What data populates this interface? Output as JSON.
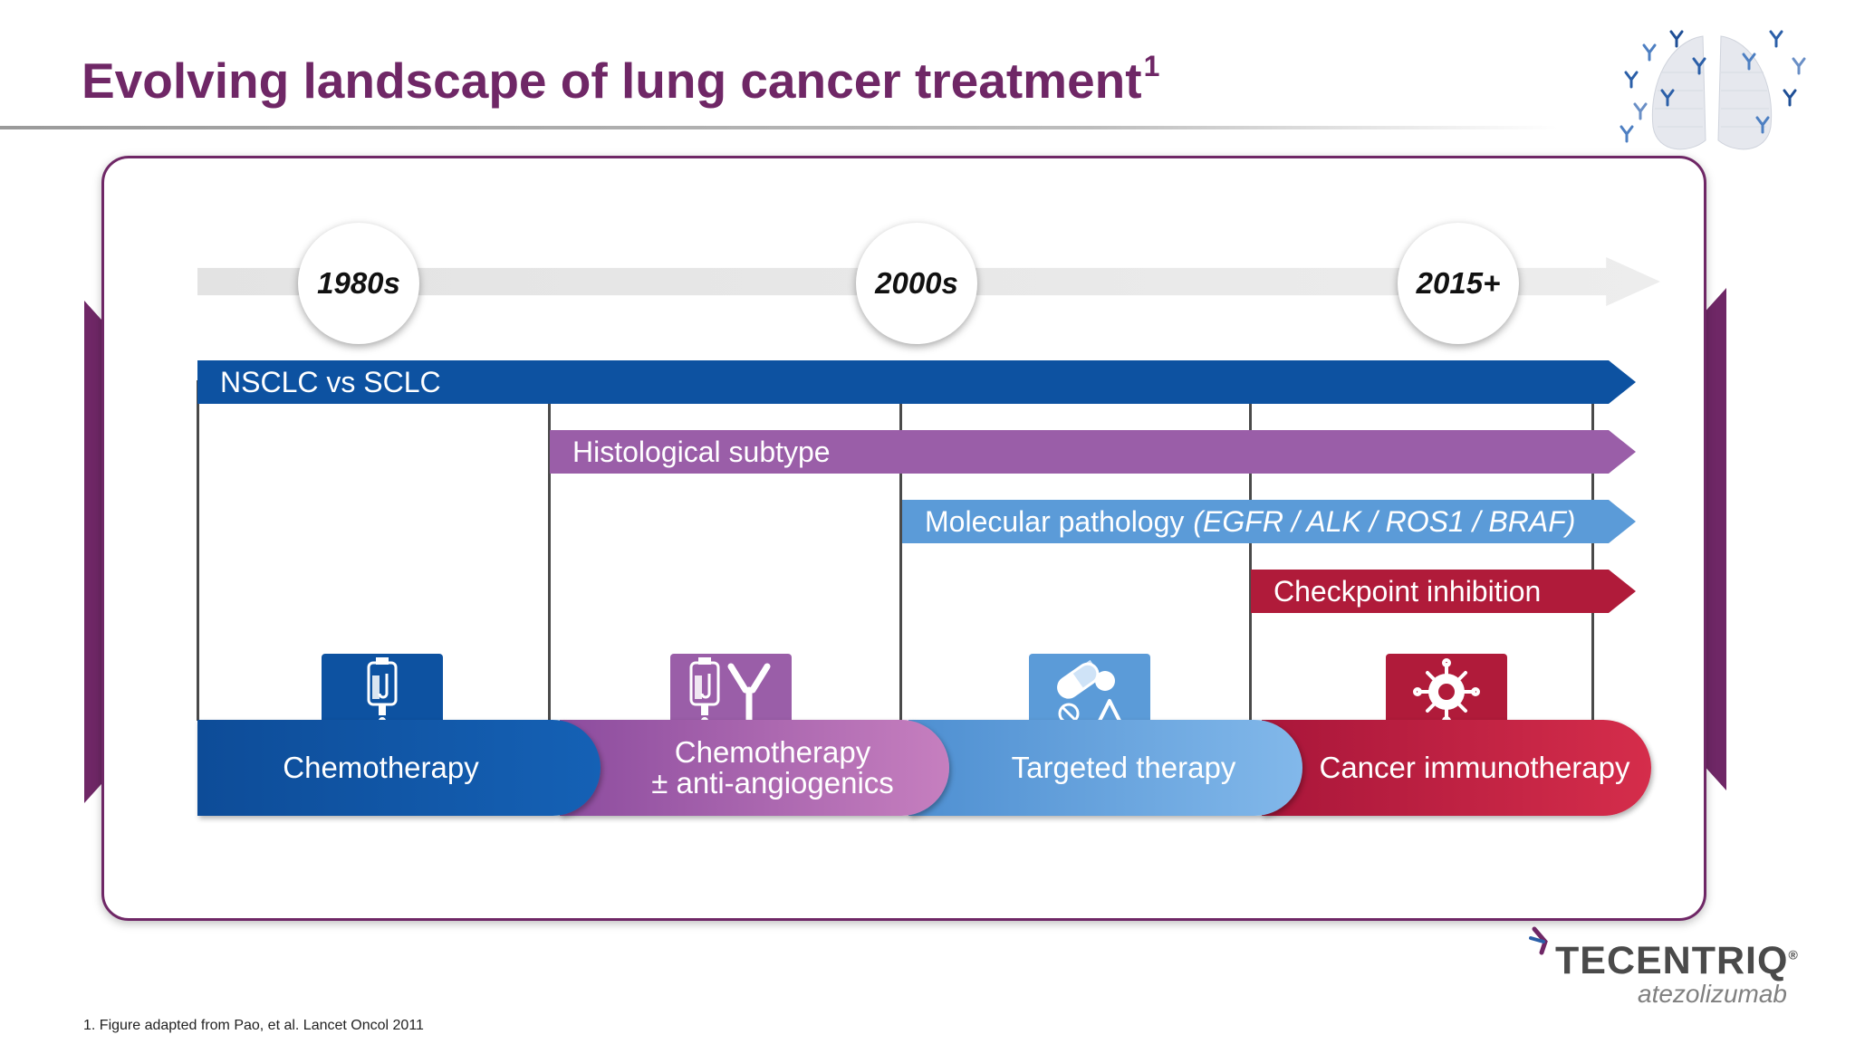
{
  "header": {
    "title": "Evolving landscape of lung cancer treatment",
    "title_sup": "1"
  },
  "timeline": {
    "eras": [
      "1980s",
      "2000s",
      "2015+"
    ]
  },
  "bands": [
    {
      "label": "NSCLC vs SCLC",
      "color": "#0d52a1"
    },
    {
      "label": "Histological subtype",
      "color": "#9a5ea8"
    },
    {
      "label": "Molecular pathology",
      "label_italic": "(EGFR / ALK / ROS1 / BRAF)",
      "color": "#5b9bd8"
    },
    {
      "label": "Checkpoint inhibition",
      "color": "#b01b3a"
    }
  ],
  "treatments": [
    {
      "label": "Chemotherapy",
      "icon": "iv-bag-icon",
      "color": "#0d52a1"
    },
    {
      "label_line1": "Chemotherapy",
      "label_line2": "± anti-angiogenics",
      "icon": "iv-bag-antibody-icon",
      "color": "#9a5ea8"
    },
    {
      "label": "Targeted therapy",
      "icon": "pills-icon",
      "color": "#5b9bd8"
    },
    {
      "label": "Cancer immunotherapy",
      "icon": "immune-cell-icon",
      "color": "#b01b3a"
    }
  ],
  "footnote": "1. Figure adapted from Pao, et al. Lancet Oncol 2011",
  "brand": {
    "name": "TECENTRIQ",
    "reg": "®",
    "generic": "atezolizumab",
    "accent": "#6f2766"
  }
}
